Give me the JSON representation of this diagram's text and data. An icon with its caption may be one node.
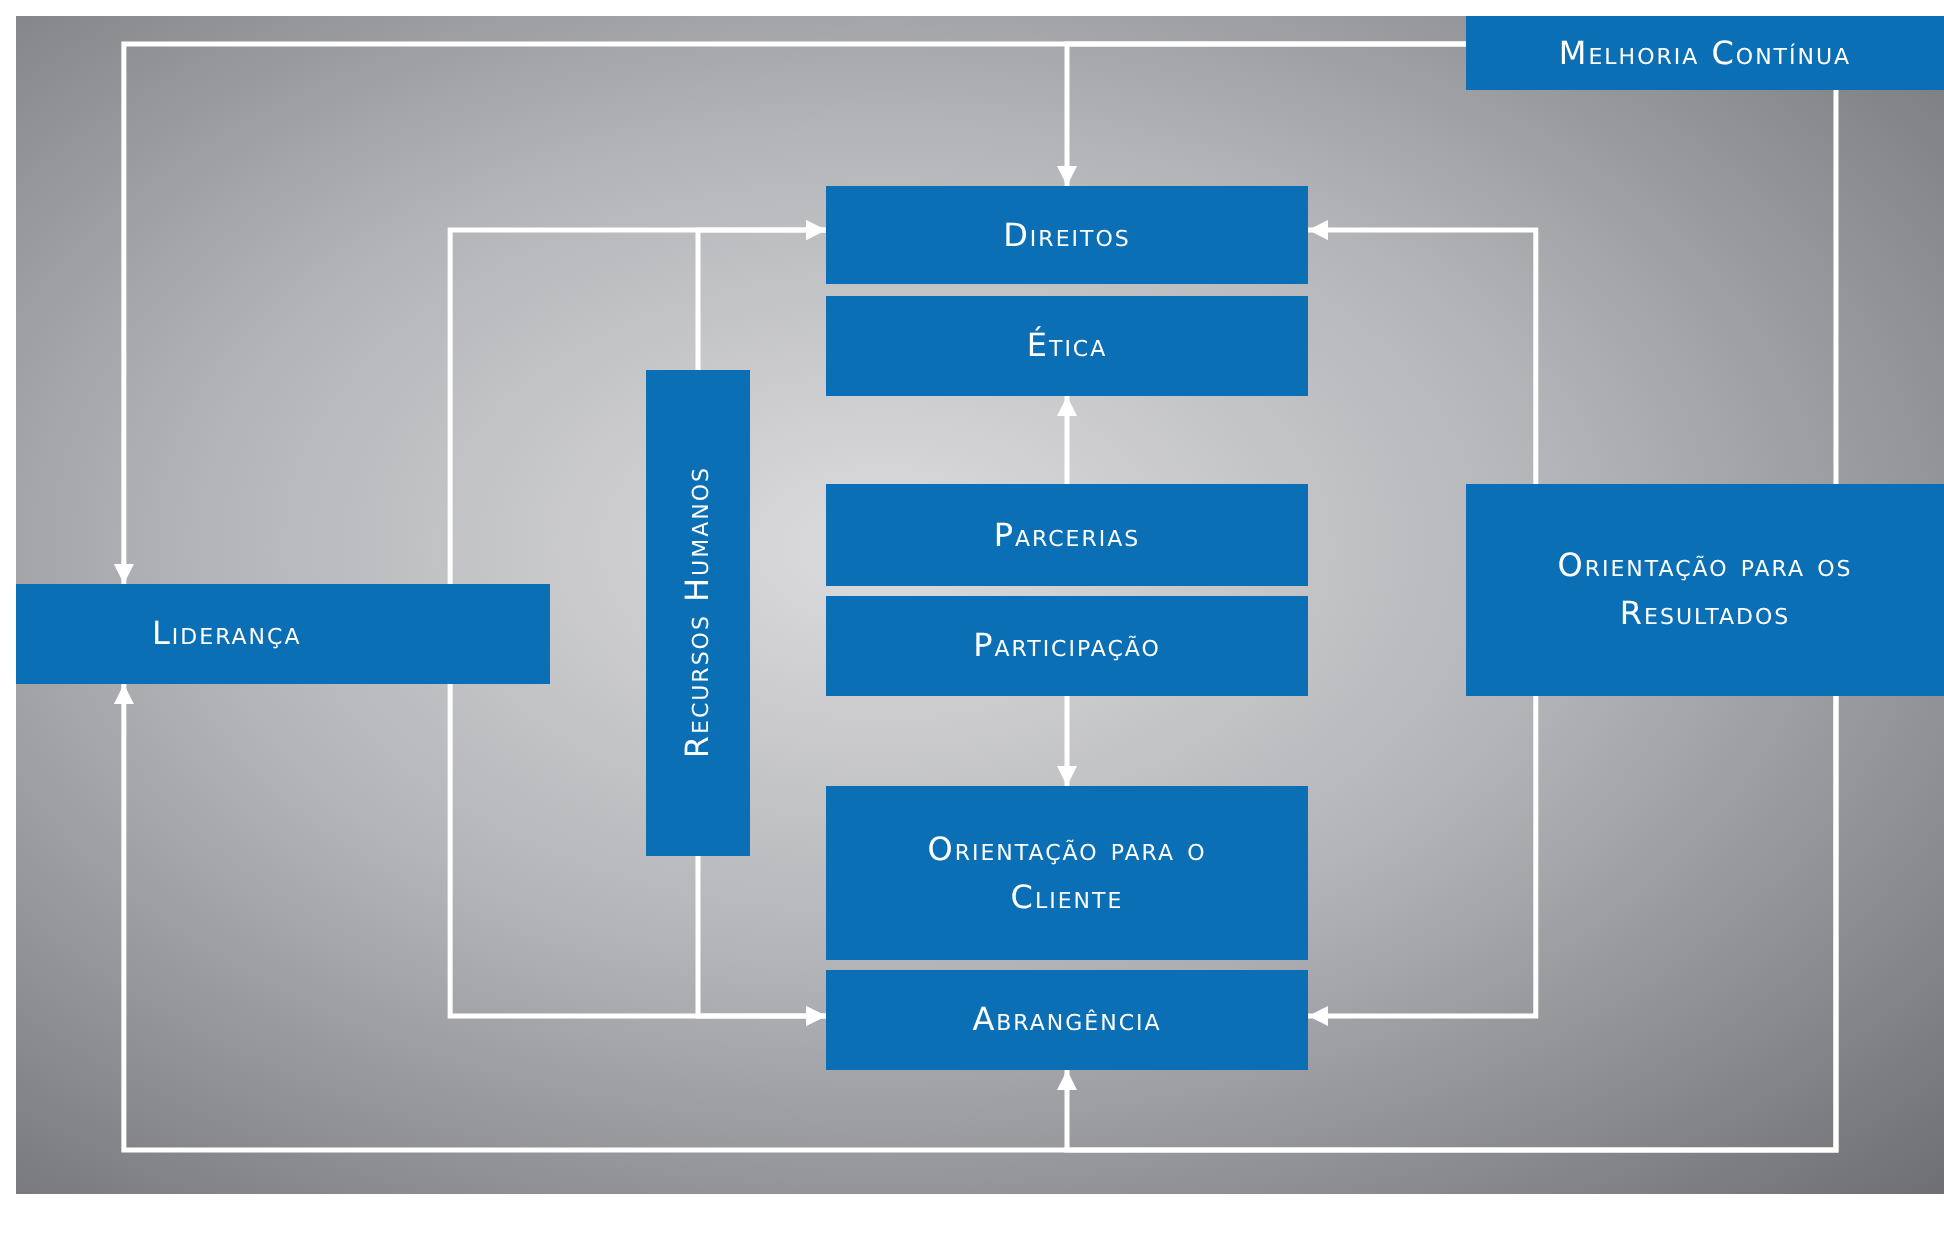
{
  "diagram": {
    "nodes": [
      {
        "text": [
          "Melhoria Contínua"
        ]
      },
      {
        "text": [
          "Direitos"
        ]
      },
      {
        "text": [
          "Ética"
        ]
      },
      {
        "text": [
          "Recursos Humanos"
        ]
      },
      {
        "text": [
          "Liderança"
        ]
      },
      {
        "text": [
          "Parcerias"
        ]
      },
      {
        "text": [
          "Participação"
        ]
      },
      {
        "text": [
          "Orientação para os Resultados"
        ]
      },
      {
        "text": [
          "Orientação para o Cliente"
        ]
      },
      {
        "text": [
          "Abrangência"
        ]
      }
    ],
    "edges": [
      {
        "from": 0,
        "to": 1,
        "arrow": "to"
      },
      {
        "from": 0,
        "to": 4,
        "arrow": "to"
      },
      {
        "from": 7,
        "to": 4,
        "arrow": "to"
      },
      {
        "from": 7,
        "to": 9,
        "arrow": "to"
      },
      {
        "from": 4,
        "to": 1,
        "arrow": "to"
      },
      {
        "from": 3,
        "to": 1,
        "arrow": "to"
      },
      {
        "from": 4,
        "to": 9,
        "arrow": "to"
      },
      {
        "from": 3,
        "to": 9,
        "arrow": "to"
      },
      {
        "from": 7,
        "to": 1,
        "arrow": "to"
      },
      {
        "from": 7,
        "to": 9,
        "arrow": "to"
      },
      {
        "from": 5,
        "to": 2,
        "arrow": "to"
      },
      {
        "from": 6,
        "to": 8,
        "arrow": "to"
      },
      {
        "from": 0,
        "to": 7,
        "arrow": "none"
      }
    ]
  }
}
